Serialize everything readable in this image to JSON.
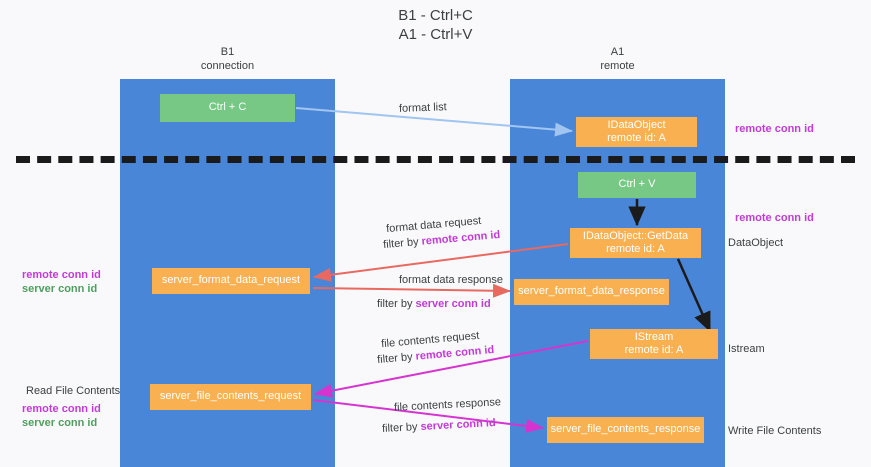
{
  "title": "B1 - Ctrl+C\nA1 - Ctrl+V",
  "lanes": [
    {
      "id": "b1",
      "header": "B1\nconnection"
    },
    {
      "id": "a1",
      "header": "A1\nremote"
    }
  ],
  "colors": {
    "lane": "#4a86d8",
    "green_node": "#77c884",
    "orange_node": "#f9b050",
    "magenta": "#c23bd6",
    "green_text": "#4f9e5f",
    "gray_text": "#3c4043",
    "arrow_blue": "#9fc5f0",
    "arrow_red": "#e8695f",
    "arrow_magenta": "#d534d0",
    "arrow_black": "#1b1b1b",
    "background": "#f9f9fb",
    "divider": "#1b1b1b"
  },
  "nodes": {
    "ctrl_c": "Ctrl + C",
    "idataobject": "IDataObject\nremote id: A",
    "ctrl_v": "Ctrl + V",
    "getdata": "IDataObject::GetData\nremote id: A",
    "server_format_data_request": "server_format_data_request",
    "server_format_data_response": "server_format_data_response",
    "istream": "IStream\nremote id: A",
    "server_file_contents_request": "server_file_contents_request",
    "server_file_contents_response": "server_file_contents_response"
  },
  "captions": {
    "format_list": "format list",
    "format_data_request": "format data request",
    "format_data_request_filter_prefix": "filter by ",
    "format_data_request_filter_key": "remote conn id",
    "format_data_response": "format data response",
    "format_data_response_filter_prefix": "filter by ",
    "format_data_response_filter_key": "server conn id",
    "file_contents_request": "file contents request",
    "file_contents_request_filter_prefix": "filter by ",
    "file_contents_request_filter_key": "remote conn id",
    "file_contents_response": "file contents response",
    "file_contents_response_filter_prefix": "filter by ",
    "file_contents_response_filter_key": "server conn id"
  },
  "side_labels": {
    "right_remote_conn_id_top": "remote conn id",
    "right_remote_conn_id_mid": "remote conn id",
    "right_dataobject": "DataObject",
    "right_istream": "Istream",
    "right_write_file_contents": "Write File Contents",
    "left_remote_conn_id_mid": "remote conn id",
    "left_server_conn_id_mid": "server conn id",
    "left_read_file_contents": "Read File Contents",
    "left_remote_conn_id_bottom": "remote conn id",
    "left_server_conn_id_bottom": "server conn id"
  }
}
